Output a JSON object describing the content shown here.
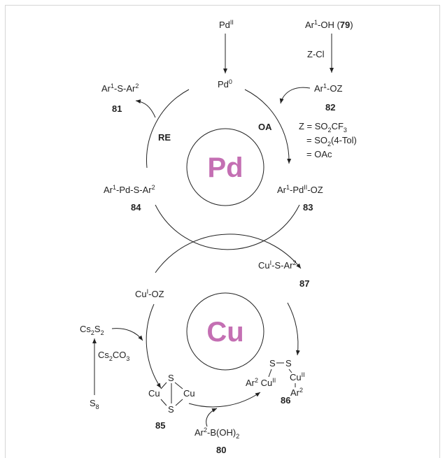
{
  "pd_cycle": {
    "center": "Pd",
    "pd2_top": "Pd",
    "pd2_top_sup": "II",
    "pd0": "Pd",
    "pd0_sup": "0",
    "oa": "OA",
    "re": "RE"
  },
  "reagents": {
    "arOH": "Ar",
    "arOH_sup": "1",
    "arOH_rest": "-OH (",
    "arOH_num": "79",
    "arOH_close": ")",
    "zcl": "Z-Cl",
    "z_def1": "Z = SO",
    "z_def1_sub1": "2",
    "z_def1_mid": "CF",
    "z_def1_sub2": "3",
    "z_def2": "= SO",
    "z_def2_sub": "2",
    "z_def2_rest": "(4-Tol)",
    "z_def3": "= OAc"
  },
  "species": {
    "c82_a": "Ar",
    "c82_sup": "1",
    "c82_b": "-OZ",
    "c82_num": "82",
    "c81_a": "Ar",
    "c81_sup1": "1",
    "c81_b": "-S-Ar",
    "c81_sup2": "2",
    "c81_num": "81",
    "c84_a": "Ar",
    "c84_sup1": "1",
    "c84_b": "-Pd-S-Ar",
    "c84_sup2": "2",
    "c84_num": "84",
    "c83_a": "Ar",
    "c83_sup1": "1",
    "c83_b": "-Pd",
    "c83_sup2": "II",
    "c83_c": "-OZ",
    "c83_num": "83"
  },
  "cu_cycle": {
    "center": "Cu",
    "cuOZ_a": "Cu",
    "cuOZ_sup": "I",
    "cuOZ_b": "-OZ",
    "c87_a": "Cu",
    "c87_sup1": "I",
    "c87_b": "-S-Ar",
    "c87_sup2": "2",
    "c87_num": "87",
    "cs2s2_a": "Cs",
    "cs2s2_sub1": "2",
    "cs2s2_b": "S",
    "cs2s2_sub2": "2",
    "cs2co3_a": "Cs",
    "cs2co3_sub1": "2",
    "cs2co3_b": "CO",
    "cs2co3_sub2": "3",
    "s8_a": "S",
    "s8_sub": "8",
    "c85_cu_left": "Cu",
    "c85_cu_right": "Cu",
    "c85_s_top": "S",
    "c85_s_bottom": "S",
    "c85_num": "85",
    "c86_s1": "S",
    "c86_s2": "S",
    "c86_ar2_left": "Ar",
    "c86_ar2_left_sup": "2",
    "c86_cu_left": "Cu",
    "c86_cu_left_sup": "II",
    "c86_cu_right": "Cu",
    "c86_cu_right_sup": "II",
    "c86_ar2_right": "Ar",
    "c86_ar2_right_sup": "2",
    "c86_num": "86",
    "c80_a": "Ar",
    "c80_sup": "2",
    "c80_b": "-B(OH)",
    "c80_sub": "2",
    "c80_num": "80"
  }
}
